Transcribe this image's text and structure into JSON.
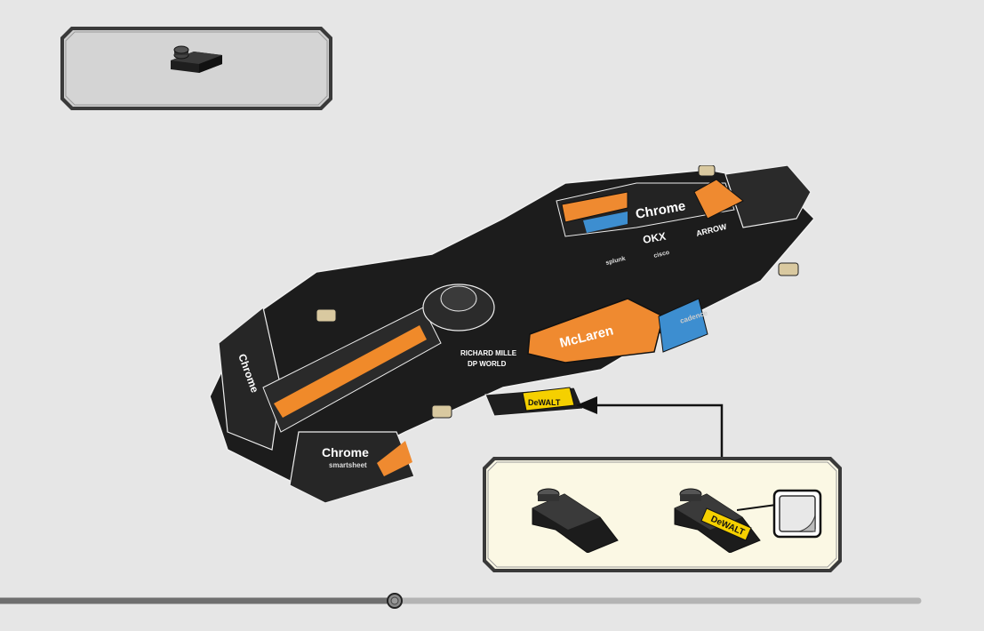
{
  "parts_callout": {
    "items": [
      {
        "name": "black-curved-slope-1x2-icon",
        "quantity": ""
      }
    ]
  },
  "model": {
    "decals": {
      "mclaren": "McLaren",
      "chrome": "Chrome",
      "smartsheet": "smartsheet",
      "dewalt": "DeWALT",
      "richard_mille": "RICHARD MILLE",
      "dp_world": "DP WORLD",
      "okx": "OKX",
      "splunk": "splunk",
      "cisco": "cisco",
      "arrow": "ARROW",
      "cadence": "cadence"
    }
  },
  "sub_assembly": {
    "steps": [
      {
        "icon": "black-curved-slope-brick-icon"
      },
      {
        "icon": "dewalt-decal-brick-icon",
        "decal": "DeWALT"
      },
      {
        "icon": "sticker-sheet-icon"
      }
    ]
  },
  "progress": {
    "fraction": 0.43,
    "colors": {
      "done": "#6f6f6f",
      "remaining": "#b4b4b4",
      "knob": "#8a8a8a"
    }
  }
}
